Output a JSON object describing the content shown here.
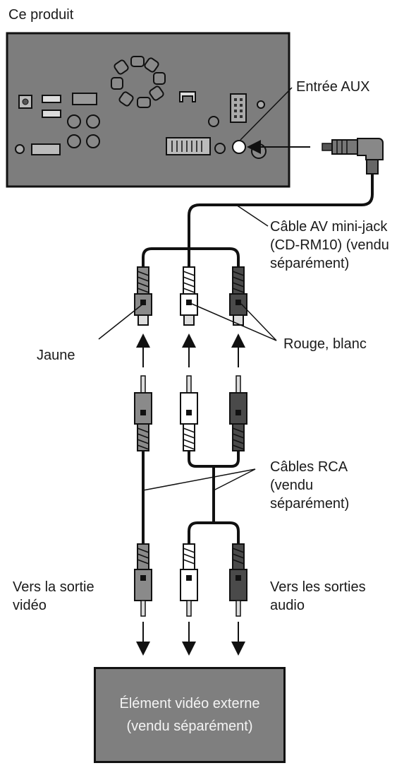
{
  "labels": {
    "product": "Ce produit",
    "aux_input": "Entrée AUX",
    "av_cable_l1": "Câble AV mini-jack",
    "av_cable_l2": "(CD-RM10) (vendu",
    "av_cable_l3": "séparément)",
    "yellow": "Jaune",
    "red_white": "Rouge, blanc",
    "rca_l1": "Câbles RCA",
    "rca_l2": "(vendu",
    "rca_l3": "séparément)",
    "video_out_l1": "Vers la sortie",
    "video_out_l2": "vidéo",
    "audio_out_l1": "Vers les sorties",
    "audio_out_l2": "audio",
    "ext_l1": "Élément vidéo externe",
    "ext_l2": "(vendu séparément)"
  },
  "colors": {
    "unit_panel": "#7d7d7d",
    "yellow_plug": "#8a8a8a",
    "white_plug": "#ffffff",
    "red_plug": "#4a4a4a",
    "external_device": "#7f7f7f"
  }
}
